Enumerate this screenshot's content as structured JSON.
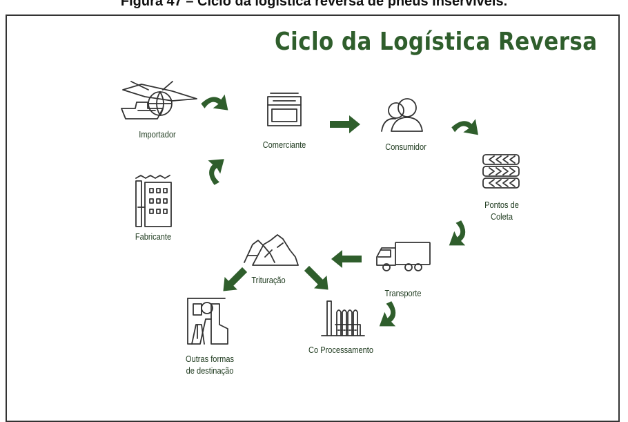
{
  "figure_caption": "Figura 47 – Ciclo da logística reversa de pneus inservíveis.",
  "diagram_title": "Ciclo da Logística Reversa",
  "nodes": {
    "importador": "Importador",
    "fabricante": "Fabricante",
    "comerciante": "Comerciante",
    "consumidor": "Consumidor",
    "pontos_line1": "Pontos de",
    "pontos_line2": "Coleta",
    "transporte": "Transporte",
    "trituracao": "Trituração",
    "coprocessamento": "Co Processamento",
    "outras_line1": "Outras formas",
    "outras_line2": "de destinação"
  },
  "colors": {
    "accent": "#2f5e2c",
    "stroke": "#333333"
  },
  "icons": [
    "airplane-ship-globe-icon",
    "factory-building-icon",
    "store-awning-icon",
    "people-icon",
    "tire-stack-icon",
    "truck-icon",
    "mountains-icon",
    "industrial-plant-icon",
    "road-boots-icon"
  ]
}
